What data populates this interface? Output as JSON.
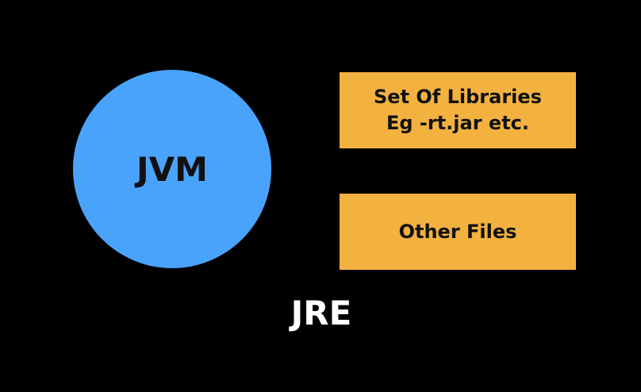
{
  "jvm": {
    "label": "JVM",
    "color": "#4aa3fb"
  },
  "boxes": [
    {
      "lines": [
        "Set Of Libraries",
        "Eg -rt.jar etc."
      ]
    },
    {
      "lines": [
        "Other Files"
      ]
    }
  ],
  "box_color": "#f3b23f",
  "jre": {
    "label": "JRE"
  },
  "background": "#000000"
}
